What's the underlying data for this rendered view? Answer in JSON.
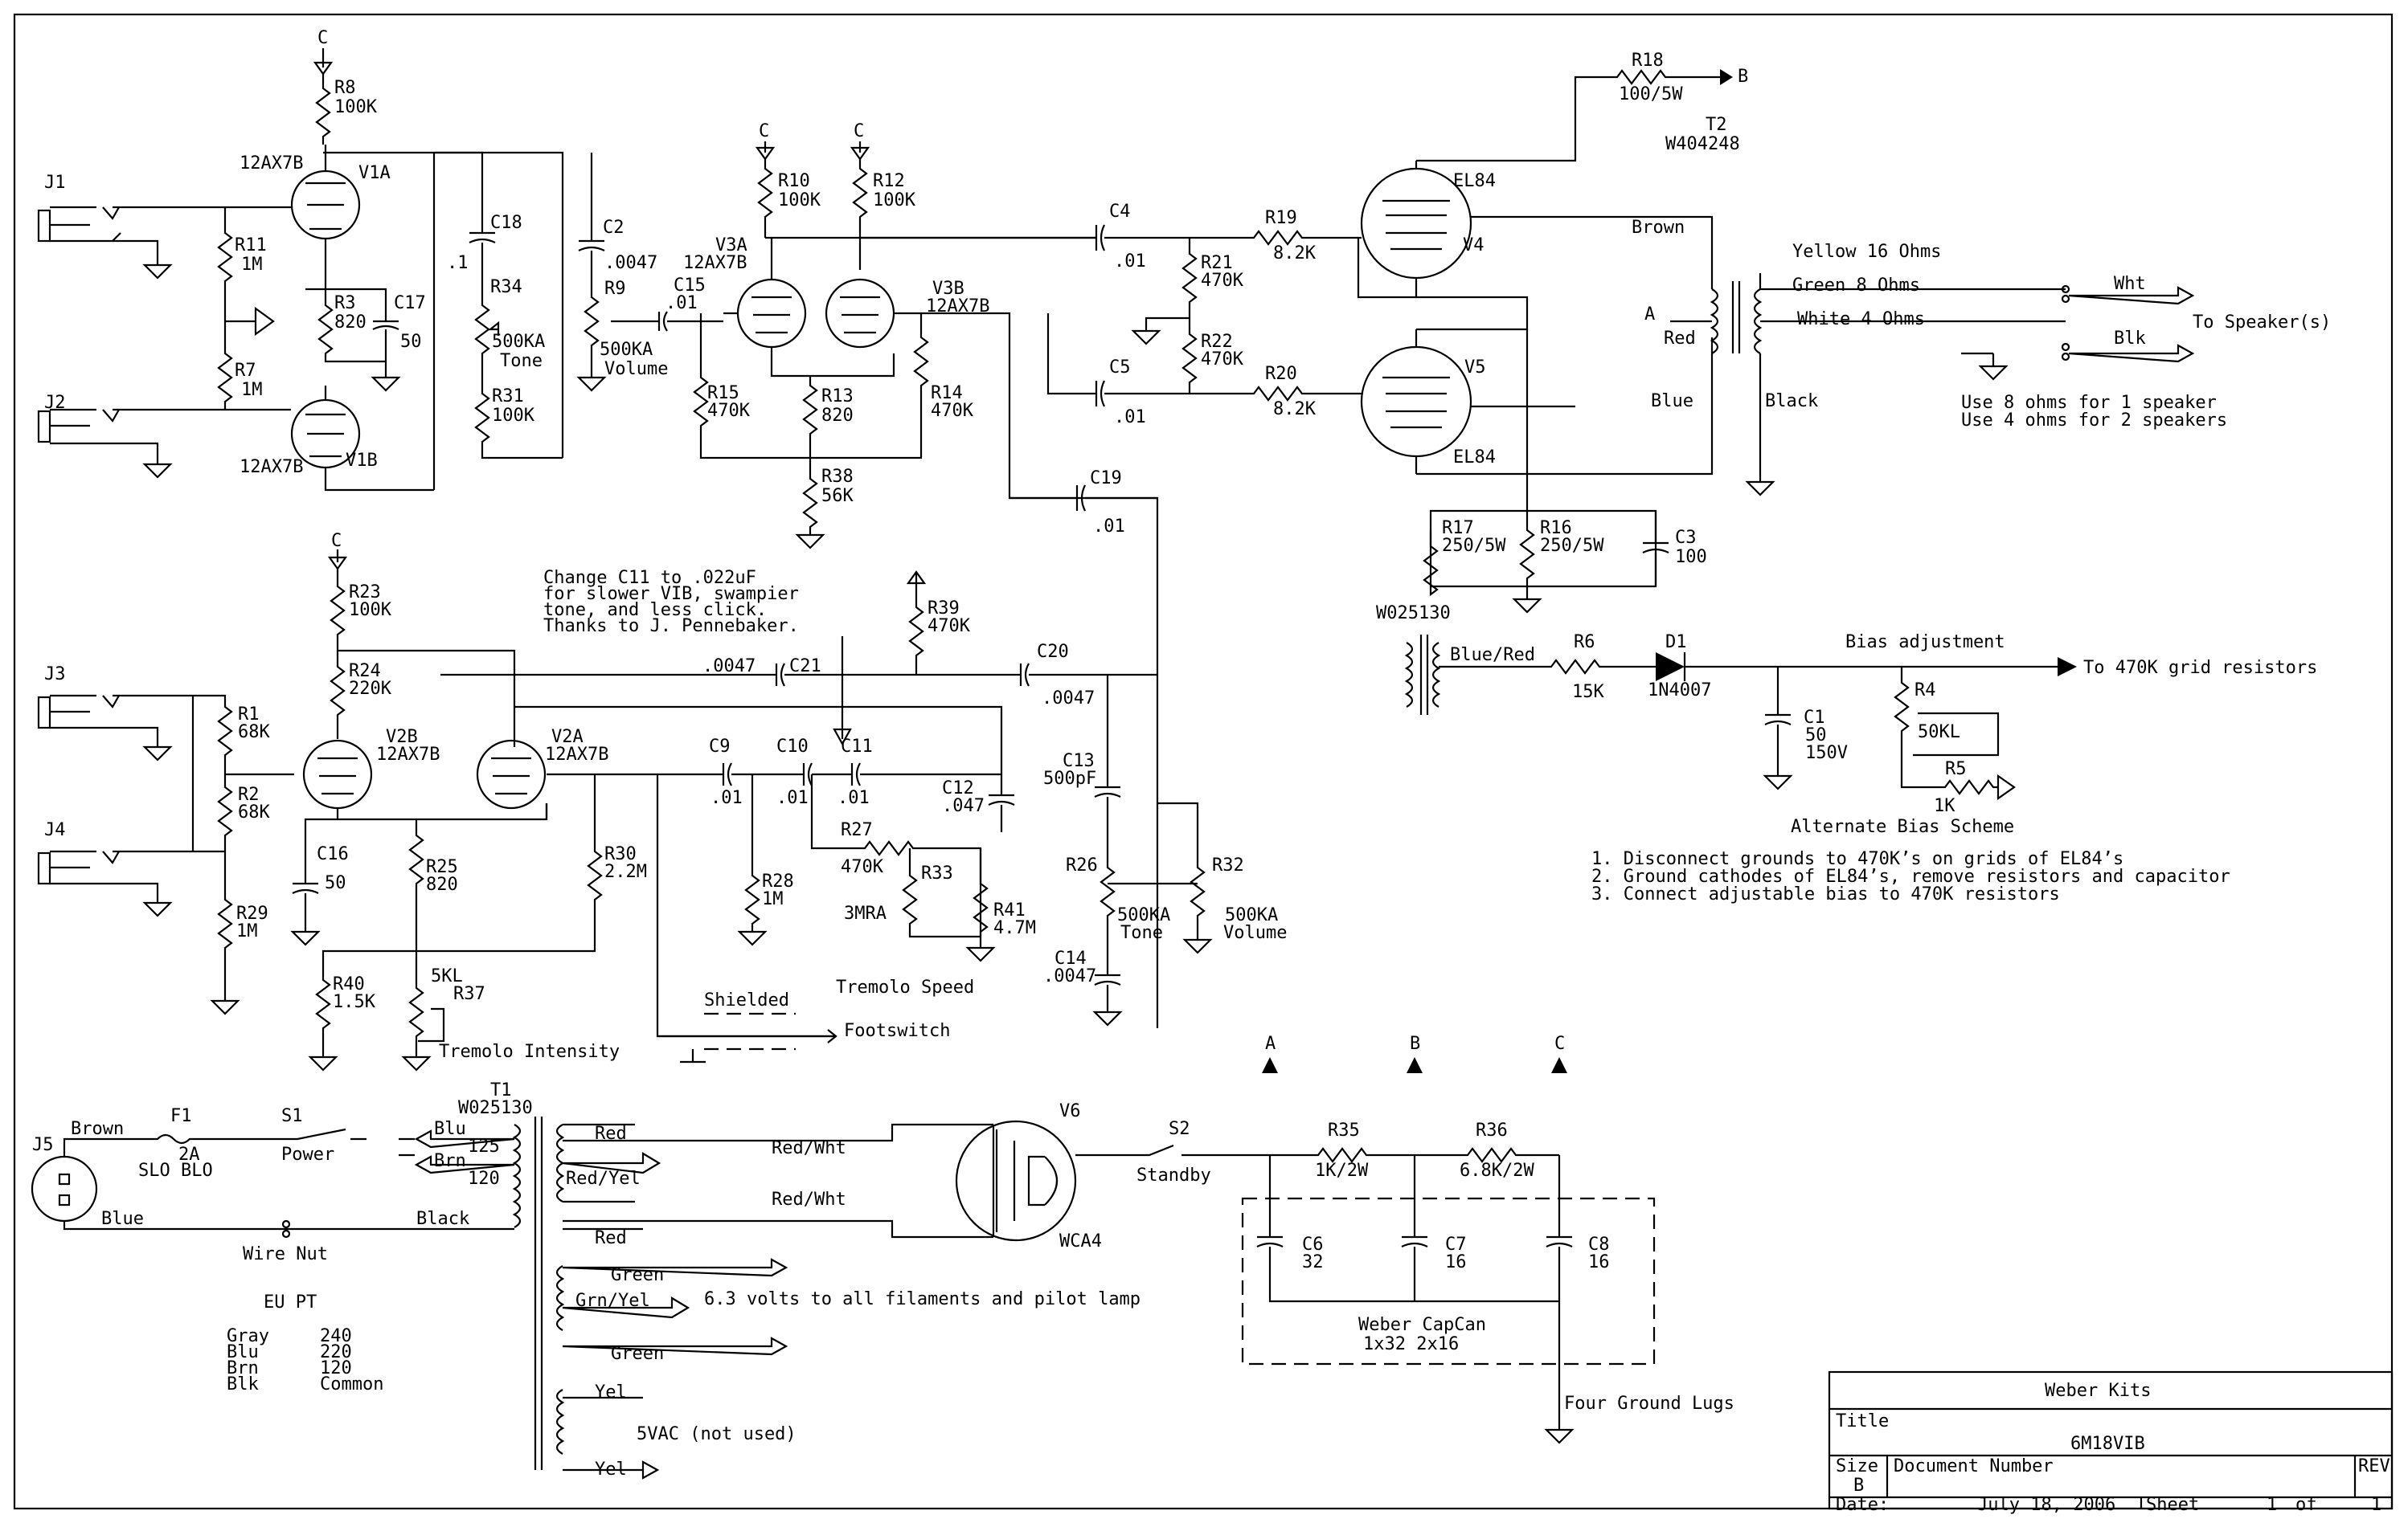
{
  "labels": {
    "J1": "J1",
    "J2": "J2",
    "J3": "J3",
    "J4": "J4",
    "J5": "J5",
    "C_top": "C",
    "R8": "R8",
    "R8v": "100K",
    "V1A_t": "12AX7B",
    "V1A": "V1A",
    "V1B_t": "12AX7B",
    "V1B": "V1B",
    "R11": "R11",
    "R11v": "1M",
    "R7": "R7",
    "R7v": "1M",
    "R3": "R3",
    "R3v": "820",
    "C17": "C17",
    "C17v": "50",
    "C18": "C18",
    "C18v": ".1",
    "R34": "R34",
    "R34v": "500KA",
    "R34f": "Tone",
    "R31": "R31",
    "R31v": "100K",
    "C2": "C2",
    "C2v": ".0047",
    "R9": "R9",
    "R9v": "500KA",
    "R9f": "Volume",
    "C15": "C15",
    "C15v": ".01",
    "C_r10": "C",
    "R10": "R10",
    "R10v": "100K",
    "C_r12": "C",
    "R12": "R12",
    "R12v": "100K",
    "V3A": "V3A",
    "V3A_t": "12AX7B",
    "V3B": "V3B",
    "V3B_t": "12AX7B",
    "R15": "R15",
    "R15v": "470K",
    "R13": "R13",
    "R13v": "820",
    "R14": "R14",
    "R14v": "470K",
    "R38": "R38",
    "R38v": "56K",
    "C4": "C4",
    "C4v": ".01",
    "C5": "C5",
    "C5v": ".01",
    "R21": "R21",
    "R21v": "470K",
    "R22": "R22",
    "R22v": "470K",
    "R19": "R19",
    "R19v": "8.2K",
    "R20": "R20",
    "R20v": "8.2K",
    "EL84a": "EL84",
    "V4": "V4",
    "EL84b": "EL84",
    "V5": "V5",
    "R18": "R18",
    "R18v": "100/5W",
    "B_r18": "B",
    "T2": "T2",
    "T2v": "W404248",
    "Brown": "Brown",
    "Red": "Red",
    "Blue": "Blue",
    "Black": "Black",
    "A_t2": "A",
    "Yellow": "Yellow 16 Ohms",
    "Green": "Green 8 Ohms",
    "White": "White 4 Ohms",
    "Wht": "Wht",
    "Blk": "Blk",
    "Speaker": "To Speaker(s)",
    "Use8": "Use 8 ohms for 1 speaker",
    "Use4": "Use 4 ohms for 2 speakers",
    "C19": "C19",
    "C19v": ".01",
    "R17": "R17",
    "R17v": "250/5W",
    "R16": "R16",
    "R16v": "250/5W",
    "C3": "C3",
    "C3v": "100",
    "W025130": "W025130",
    "BlueRed": "Blue/Red",
    "R6": "R6",
    "R6v": "15K",
    "D1": "D1",
    "D1v": "1N4007",
    "BiasAdj": "Bias adjustment",
    "ToGrid": "To 470K grid resistors",
    "C1": "C1",
    "C1a": "50",
    "C1b": "150V",
    "R4": "R4",
    "R4v": "50KL",
    "R5": "R5",
    "R5v": "1K",
    "AltBias": "Alternate Bias Scheme",
    "Note1": "1. Disconnect grounds to 470K’s on grids of EL84’s",
    "Note2": "2. Ground cathodes of EL84’s, remove resistors and capacitor",
    "Note3": "3. Connect adjustable bias to 470K resistors",
    "Change1": "Change C11 to .022uF",
    "Change2": "for slower VIB, swampier",
    "Change3": "tone, and less click.",
    "Change4": "Thanks to J. Pennebaker.",
    "C_r23": "C",
    "R23": "R23",
    "R23v": "100K",
    "R24": "R24",
    "R24v": "220K",
    "R1": "R1",
    "R1v": "68K",
    "R2": "R2",
    "R2v": "68K",
    "R29": "R29",
    "R29v": "1M",
    "V2B": "V2B",
    "V2B_t": "12AX7B",
    "V2A": "V2A",
    "V2A_t": "12AX7B",
    "C16": "C16",
    "C16v": "50",
    "R25": "R25",
    "R25v": "820",
    "R40": "R40",
    "R40v": "1.5K",
    "R37": "R37",
    "R37v": "5KL",
    "TremInt": "Tremolo Intensity",
    "R30": "R30",
    "R30v": "2.2M",
    "C21": "C21",
    "C21v": ".0047",
    "R39": "R39",
    "R39v": "470K",
    "C20": "C20",
    "C20v": ".0047",
    "C9": "C9",
    "C9v": ".01",
    "C10": "C10",
    "C10v": ".01",
    "C11": "C11",
    "C11v": ".01",
    "C12": "C12",
    "C12v": ".047",
    "R28": "R28",
    "R28v": "1M",
    "R27": "R27",
    "R27v": "470K",
    "R33": "R33",
    "R33v": "3MRA",
    "R41": "R41",
    "R41v": "4.7M",
    "TremSpeed": "Tremolo Speed",
    "C13": "C13",
    "C13v": "500pF",
    "C14": "C14",
    "C14v": ".0047",
    "R26": "R26",
    "R26v": "500KA",
    "R26f": "Tone",
    "R32": "R32",
    "R32v": "500KA",
    "R32f": "Volume",
    "Shielded": "Shielded",
    "Footswitch": "Footswitch",
    "Brown_in": "Brown",
    "F1": "F1",
    "F1v": "2A",
    "F1b": "SLO BLO",
    "S1": "S1",
    "Power": "Power",
    "BlueIn": "Blue",
    "WireNut": "Wire Nut",
    "BlackIn": "Black",
    "T1": "T1",
    "T1v": "W025130",
    "Blu": "Blu",
    "Blu125": "125",
    "Brn": "Brn",
    "Brn120": "120",
    "RedA": "Red",
    "RedYel": "Red/Yel",
    "RedB": "Red",
    "RedWht1": "Red/Wht",
    "RedWht2": "Red/Wht",
    "GreenA": "Green",
    "GrnYel": "Grn/Yel",
    "GreenB": "Green",
    "Fil": "6.3 volts to all filaments and pilot lamp",
    "YelA": "Yel",
    "YelB": "Yel",
    "FiveV": "5VAC (not used)",
    "EUPT": "EU PT",
    "Gray": "Gray",
    "Gray240": "240",
    "BluE": "Blu",
    "Blu220": "220",
    "BrnE": "Brn",
    "Brn120E": "120",
    "BlkE": "Blk",
    "Common": "Common",
    "V6": "V6",
    "WCA4": "WCA4",
    "S2": "S2",
    "Standby": "Standby",
    "A_rail": "A",
    "B_rail": "B",
    "C_rail": "C",
    "R35": "R35",
    "R35v": "1K/2W",
    "R36": "R36",
    "R36v": "6.8K/2W",
    "C6": "C6",
    "C6v": "32",
    "C7": "C7",
    "C7v": "16",
    "C8": "C8",
    "C8v": "16",
    "CapCan1": "Weber CapCan",
    "CapCan2": "1x32   2x16",
    "GndLugs": "Four Ground Lugs",
    "TB_company": "Weber Kits",
    "TB_title_lbl": "Title",
    "TB_title": "6M18VIB",
    "TB_size_lbl": "Size",
    "TB_size": "B",
    "TB_doc_lbl": "Document Number",
    "TB_rev_lbl": "REV",
    "TB_date_lbl": "Date:",
    "TB_date": "July 18, 2006",
    "TB_sheet_lbl": "Sheet",
    "TB_sheet_n": "1",
    "TB_of": "of",
    "TB_sheet_t": "1"
  }
}
